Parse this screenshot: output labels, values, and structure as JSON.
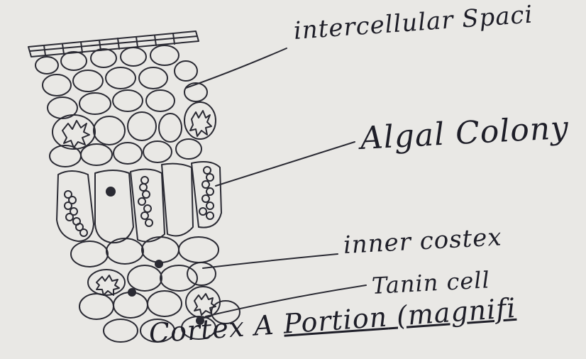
{
  "labels": {
    "intercellular": "intercellular Spaci",
    "algal": "Algal Colony",
    "inner_cortex": "inner costex",
    "tanin": "Tanin cell"
  },
  "caption": {
    "part1": "Cortex A ",
    "part2": "Portion",
    "part3": " (magnifi"
  }
}
